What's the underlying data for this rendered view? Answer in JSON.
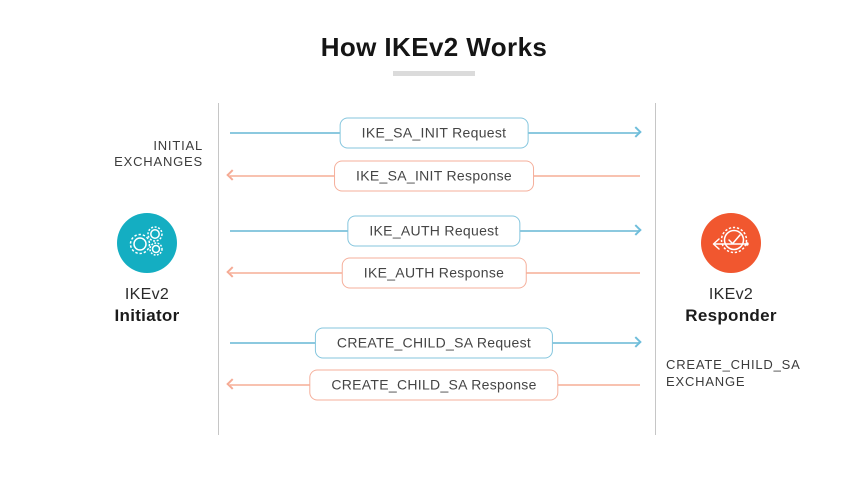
{
  "title": "How IKEv2 Works",
  "left_label": {
    "line1": "INITIAL",
    "line2": "EXCHANGES"
  },
  "right_label": {
    "line1": "CREATE_CHILD_SA",
    "line2": "EXCHANGE"
  },
  "initiator": {
    "name": "IKEv2",
    "role": "Initiator",
    "icon": "gears-icon"
  },
  "responder": {
    "name": "IKEv2",
    "role": "Responder",
    "icon": "badge-check-icon"
  },
  "messages": [
    {
      "label": "IKE_SA_INIT Request",
      "direction": "left-to-right",
      "type": "request"
    },
    {
      "label": "IKE_SA_INIT Response",
      "direction": "right-to-left",
      "type": "response"
    },
    {
      "label": "IKE_AUTH Request",
      "direction": "left-to-right",
      "type": "request"
    },
    {
      "label": "IKE_AUTH Response",
      "direction": "right-to-left",
      "type": "response"
    },
    {
      "label": "CREATE_CHILD_SA Request",
      "direction": "left-to-right",
      "type": "request"
    },
    {
      "label": "CREATE_CHILD_SA Response",
      "direction": "right-to-left",
      "type": "response"
    }
  ],
  "colors": {
    "initiator_circle": "#14aec2",
    "responder_circle": "#f1572f",
    "request_arrow": "#8cc9df",
    "response_arrow": "#f8c2b0",
    "lifeline_gray": "#c6c6c6",
    "title_underline": "#dbdbdb"
  }
}
